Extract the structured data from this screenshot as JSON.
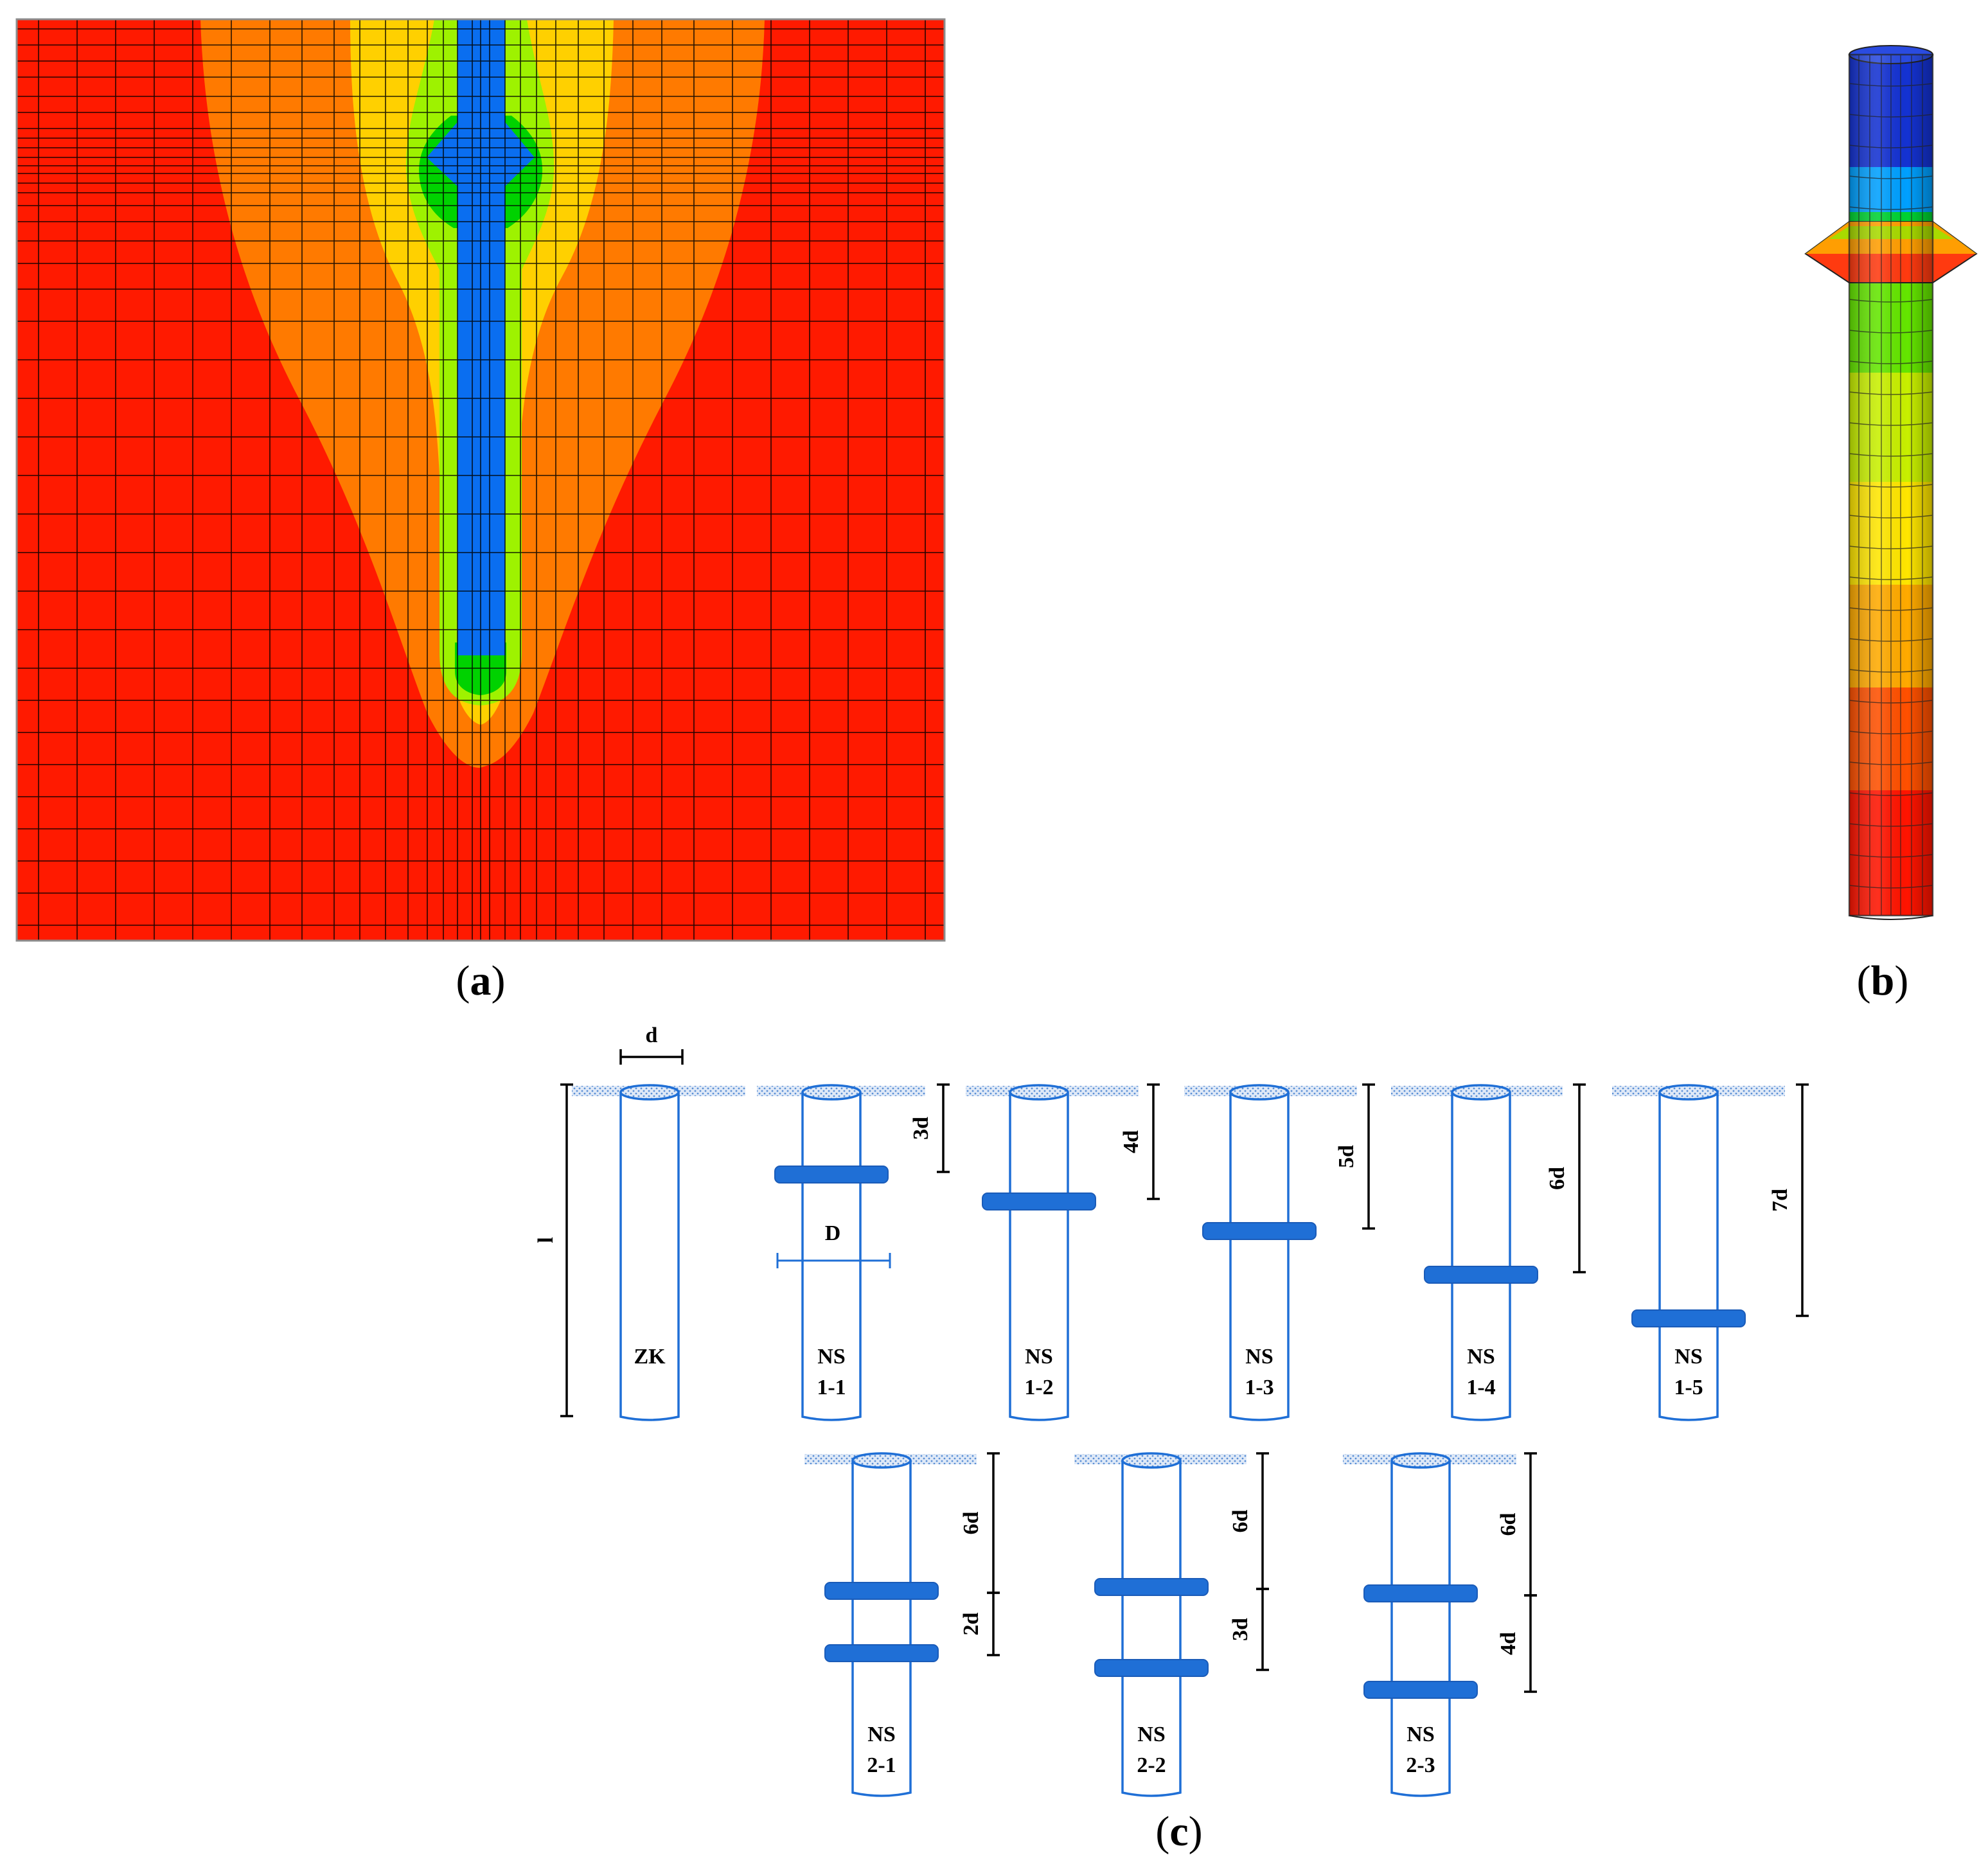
{
  "panels": {
    "a": {
      "caption_open": "(",
      "caption_letter": "a",
      "caption_close": ")",
      "colors": {
        "far_field": "#ff1a00",
        "orange": "#ff7a00",
        "yellow": "#ffd000",
        "light_green": "#9ef200",
        "green": "#00d200",
        "pile": "#0a6ef0",
        "grid": "#000000"
      }
    },
    "b": {
      "caption_open": "(",
      "caption_letter": "b",
      "caption_close": ")",
      "colors": [
        "#1432d2",
        "#00a0ff",
        "#00d232",
        "#64e600",
        "#c8f000",
        "#ffe600",
        "#ffaa00",
        "#ff5000",
        "#ff1400"
      ]
    },
    "c": {
      "caption_open": "(",
      "caption_letter": "c",
      "caption_close": ")",
      "pile_color": "#1f6fd6",
      "disc_color": "#1f6fd6",
      "symbols": {
        "d": "d",
        "D": "D",
        "l": "l"
      },
      "row1": [
        {
          "id": "ZK",
          "label_line1": "ZK",
          "label_line2": "",
          "dims": []
        },
        {
          "id": "NS1-1",
          "label_line1": "NS",
          "label_line2": "1-1",
          "dims": [
            "3d"
          ]
        },
        {
          "id": "NS1-2",
          "label_line1": "NS",
          "label_line2": "1-2",
          "dims": [
            "4d"
          ]
        },
        {
          "id": "NS1-3",
          "label_line1": "NS",
          "label_line2": "1-3",
          "dims": [
            "5d"
          ]
        },
        {
          "id": "NS1-4",
          "label_line1": "NS",
          "label_line2": "1-4",
          "dims": [
            "6d"
          ]
        },
        {
          "id": "NS1-5",
          "label_line1": "NS",
          "label_line2": "1-5",
          "dims": [
            "7d"
          ]
        }
      ],
      "row2": [
        {
          "id": "NS2-1",
          "label_line1": "NS",
          "label_line2": "2-1",
          "dims": [
            "6d",
            "2d"
          ]
        },
        {
          "id": "NS2-2",
          "label_line1": "NS",
          "label_line2": "2-2",
          "dims": [
            "6d",
            "3d"
          ]
        },
        {
          "id": "NS2-3",
          "label_line1": "NS",
          "label_line2": "2-3",
          "dims": [
            "6d",
            "4d"
          ]
        }
      ]
    }
  }
}
